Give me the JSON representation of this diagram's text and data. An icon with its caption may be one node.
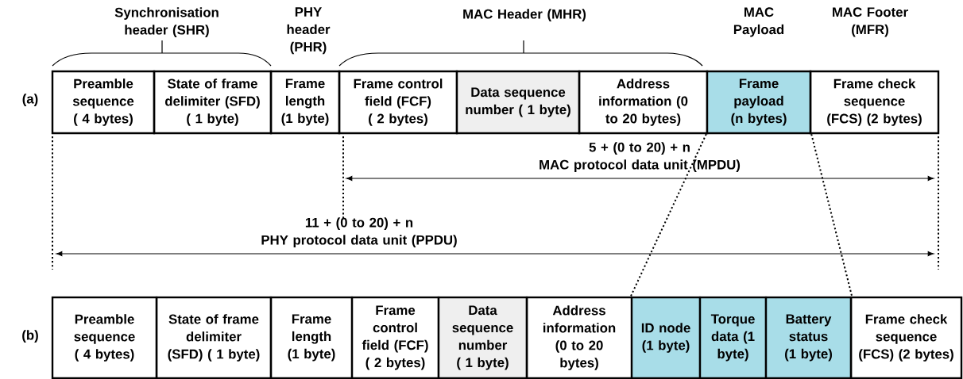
{
  "diagram": {
    "nodes": [
      {
        "text": [
          "Preamble sequence ( 4 bytes)"
        ]
      },
      {
        "text": [
          "State of frame delimiter (SFD) ( 1 byte)"
        ]
      },
      {
        "text": [
          "Frame length (1 byte)"
        ]
      },
      {
        "text": [
          "Frame control field (FCF) ( 2 bytes)"
        ]
      },
      {
        "text": [
          "Data sequence number ( 1 byte)"
        ]
      },
      {
        "text": [
          "Address information (0 to 20 bytes)"
        ]
      },
      {
        "text": [
          "Frame payload (n bytes)"
        ]
      },
      {
        "text": [
          "Frame check sequence (FCS) (2 bytes)"
        ]
      },
      {
        "text": [
          "Preamble sequence ( 4 bytes)"
        ]
      },
      {
        "text": [
          "State of frame delimiter (SFD) ( 1 byte)"
        ]
      },
      {
        "text": [
          "Frame length (1 byte)"
        ]
      },
      {
        "text": [
          "Frame control field (FCF) ( 2 bytes)"
        ]
      },
      {
        "text": [
          "Data sequence number ( 1 byte)"
        ]
      },
      {
        "text": [
          "Address information (0 to 20 bytes)"
        ]
      },
      {
        "text": [
          "ID node (1 byte)"
        ]
      },
      {
        "text": [
          "Torque data (1 byte)"
        ]
      },
      {
        "text": [
          "Battery status (1 byte)"
        ]
      },
      {
        "text": [
          "Frame check sequence (FCS) (2 bytes)"
        ]
      }
    ],
    "edges": [
      {
        "from": 6,
        "to": 14,
        "arrow": "none",
        "style": "dashed"
      },
      {
        "from": 6,
        "to": 16,
        "arrow": "none",
        "style": "dashed"
      }
    ],
    "labels": [
      "Synchronisation header (SHR)",
      "PHY header (PHR)",
      "MAC Header (MHR)",
      "MAC Payload",
      "MAC Footer (MFR)",
      "(a)",
      "5 + (0 to 20) + n",
      "MAC protocol data unit (MPDU)",
      "11 + (0 to 20) + n",
      "PHY protocol data unit (PPDU)",
      "(b)"
    ]
  }
}
